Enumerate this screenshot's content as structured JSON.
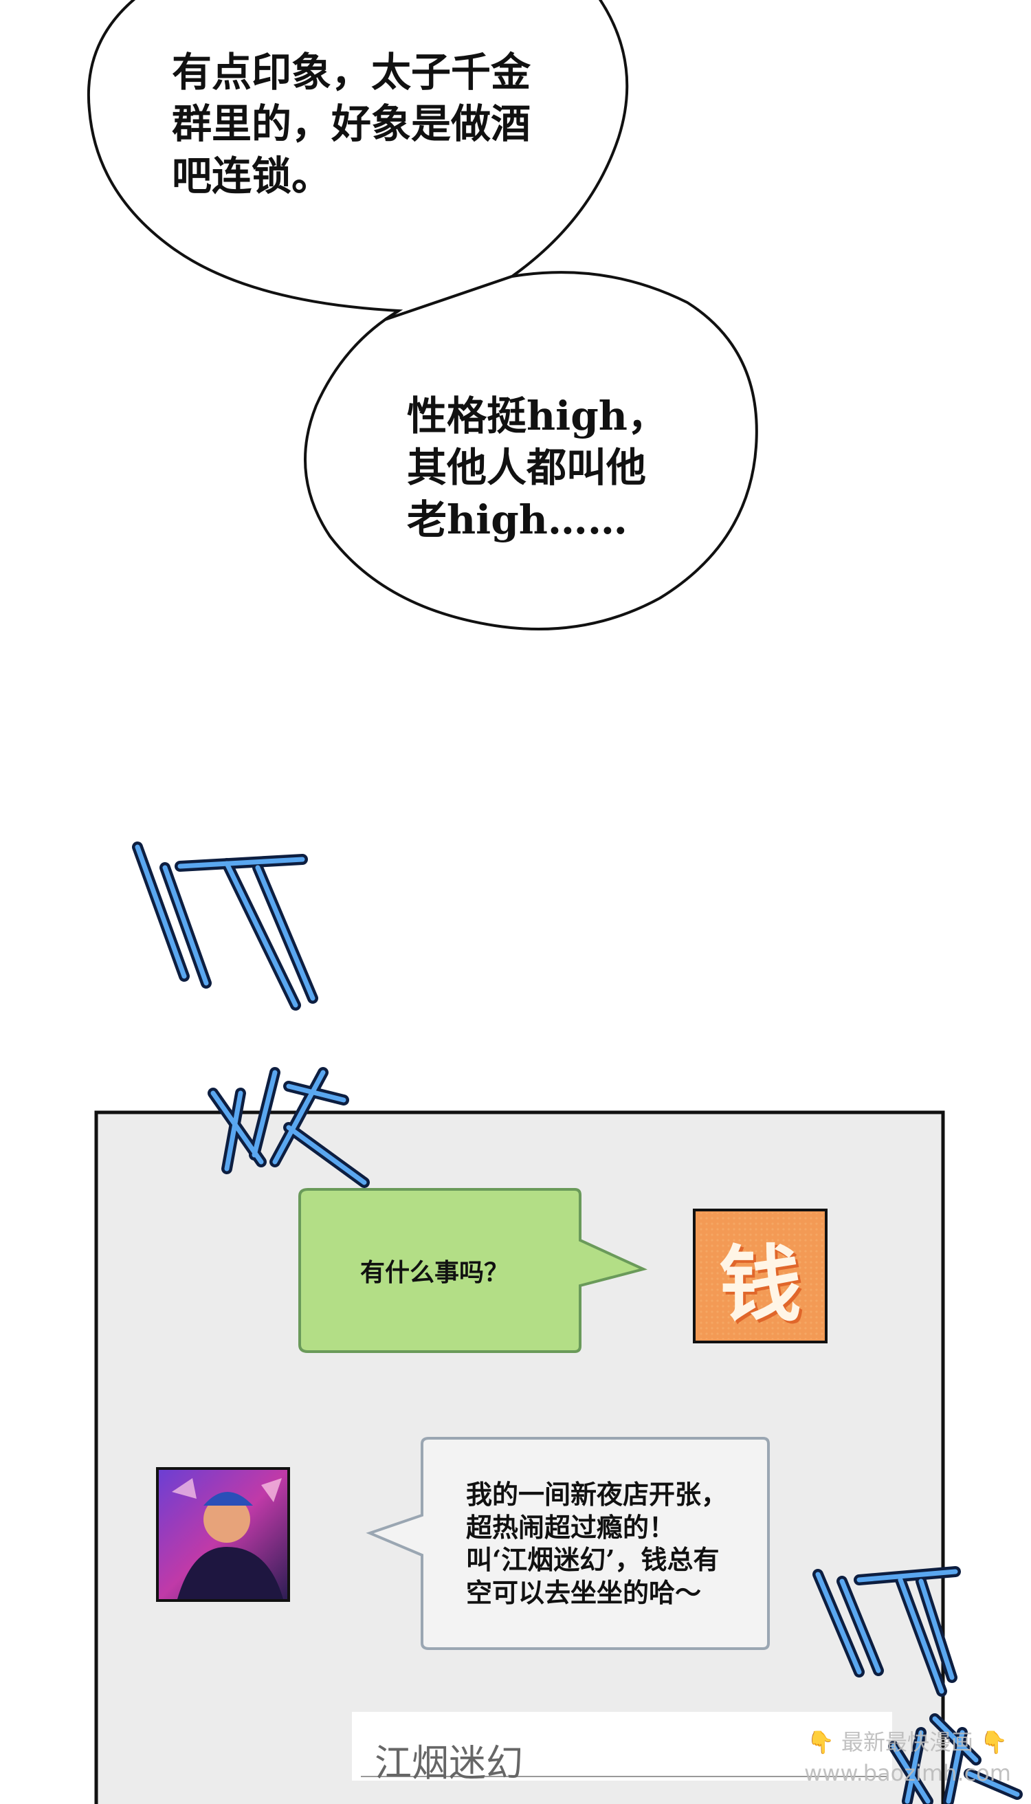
{
  "bubbles": [
    {
      "text": "有点印象，太子千金\n群里的，好象是做酒\n吧连锁。"
    },
    {
      "text": "性格挺high，\n其他人都叫他\n老high……"
    }
  ],
  "sfx": {
    "first": "叮",
    "second": "咚",
    "third": "叮",
    "fourth": "咚"
  },
  "chat": {
    "self_avatar_text": "钱",
    "messages": [
      {
        "sender": "self",
        "text": "有什么事吗？"
      },
      {
        "sender": "other",
        "text": "我的一间新夜店开张，\n超热闹超过瘾的！\n叫‘江烟迷幻’，钱总有\n空可以去坐坐的哈～"
      }
    ],
    "search_value": "江烟迷幻"
  },
  "watermark": {
    "line1": "👇 最新最快漫画 👇",
    "line2": "www.baozimh.com"
  },
  "colors": {
    "chat_bg": "#ececec",
    "self_bubble": "#b3de86",
    "other_bubble": "#f3f3f3",
    "avatar_orange": "#f39a55",
    "sfx_blue": "#2a6fd0"
  }
}
